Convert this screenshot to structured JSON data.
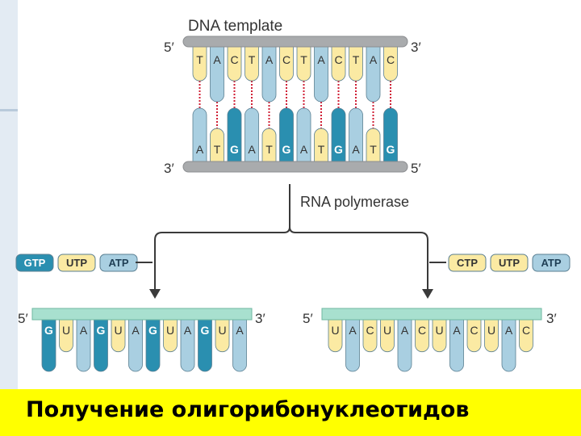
{
  "slide_title": "Получение олигорибонуклеотидов",
  "colors": {
    "dark": "#2a8fb0",
    "light": "#a9cfe1",
    "yellow": "#fbeaa3",
    "strip": "#a8e0cf",
    "dna_backbone": "#a9abad",
    "bond": "#d01f35",
    "title_bg": "#ffff00"
  },
  "dna": {
    "title": "DNA template",
    "top_5": "5′",
    "top_3": "3′",
    "bottom_3": "3′",
    "bottom_5": "5′",
    "top_bases": [
      "T",
      "A",
      "C",
      "T",
      "A",
      "C",
      "T",
      "A",
      "C",
      "T",
      "A",
      "C"
    ],
    "bottom_bases": [
      "A",
      "T",
      "G",
      "A",
      "T",
      "G",
      "A",
      "T",
      "G",
      "A",
      "T",
      "G"
    ]
  },
  "enzyme_label": "RNA polymerase",
  "left_product": {
    "nucleotides": [
      "GTP",
      "UTP",
      "ATP"
    ],
    "label_5": "5′",
    "label_3": "3′",
    "bases": [
      "G",
      "U",
      "A",
      "G",
      "U",
      "A",
      "G",
      "U",
      "A",
      "G",
      "U",
      "A"
    ]
  },
  "right_product": {
    "nucleotides": [
      "CTP",
      "UTP",
      "ATP"
    ],
    "label_5": "5′",
    "label_3": "3′",
    "bases": [
      "U",
      "A",
      "C",
      "U",
      "A",
      "C",
      "U",
      "A",
      "C",
      "U",
      "A",
      "C"
    ]
  }
}
